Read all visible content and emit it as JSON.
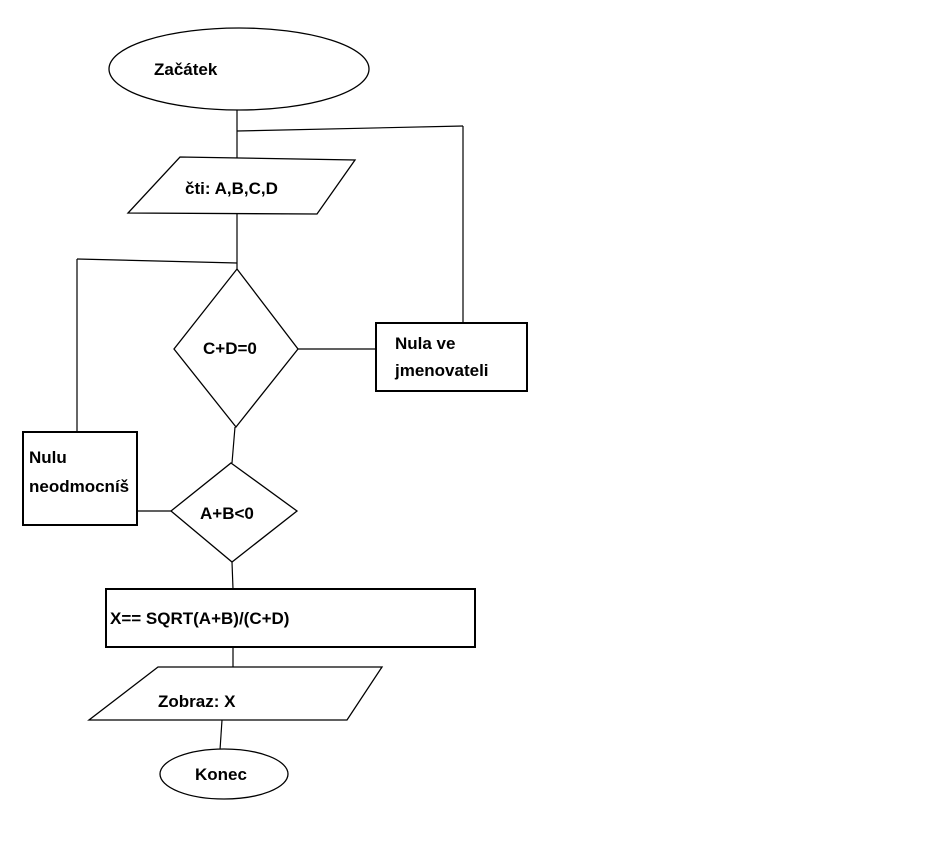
{
  "canvas": {
    "background_color": "#ffffff",
    "stroke_color": "#000000",
    "text_color": "#000000"
  },
  "diagram_type": "flowchart",
  "nodes": {
    "start": {
      "shape": "ellipse",
      "role": "terminator",
      "label": "Začátek"
    },
    "read_input": {
      "shape": "parallelogram",
      "role": "input",
      "label": "čti: A,B,C,D"
    },
    "denominator_check": {
      "shape": "diamond",
      "role": "decision",
      "label": "C+D=0"
    },
    "zero_denominator_msg": {
      "shape": "rectangle",
      "role": "process",
      "line1": "Nula ve",
      "line2": "jmenovateli"
    },
    "sqrt_warning_msg": {
      "shape": "rectangle",
      "role": "process",
      "line1": "Nulu",
      "line2": "neodmocníš"
    },
    "sqrt_check": {
      "shape": "diamond",
      "role": "decision",
      "label": "A+B<0"
    },
    "compute": {
      "shape": "rectangle",
      "role": "process",
      "label": "X== SQRT(A+B)/(C+D)"
    },
    "display_output": {
      "shape": "parallelogram",
      "role": "output",
      "label": "Zobraz: X"
    },
    "end": {
      "shape": "ellipse",
      "role": "terminator",
      "label": "Konec"
    }
  },
  "edges": [
    "start - read_input",
    "read_input - denominator_check",
    "denominator_check - zero_denominator_msg",
    "zero_denominator_msg - loop back above read_input",
    "denominator_check - sqrt_check",
    "sqrt_warning_msg - loop back above denominator_check",
    "sqrt_warning_msg - sqrt_check",
    "sqrt_check - compute",
    "compute - display_output",
    "display_output - end"
  ]
}
